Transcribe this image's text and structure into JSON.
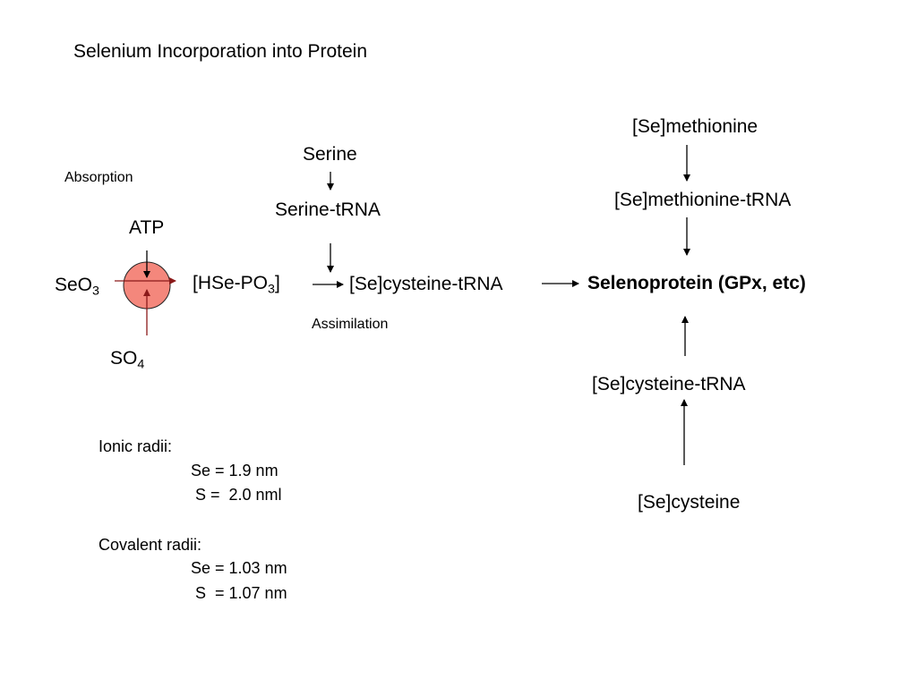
{
  "title": "Selenium Incorporation into Protein",
  "labels": {
    "absorption": "Absorption",
    "atp": "ATP",
    "seo3": {
      "base": "SeO",
      "sub": "3"
    },
    "so4": {
      "base": "SO",
      "sub": "4"
    },
    "hse_po3": {
      "prefix": "[HSe-PO",
      "sub": "3",
      "suffix": "]"
    },
    "serine": "Serine",
    "serine_trna": "Serine-tRNA",
    "se_cysteine_trna_center": "[Se]cysteine-tRNA",
    "assimilation": "Assimilation",
    "selenoprotein": "Selenoprotein (GPx, etc)",
    "se_methionine": "[Se]methionine",
    "se_methionine_trna": "[Se]methionine-tRNA",
    "se_cysteine_trna_right": "[Se]cysteine-tRNA",
    "se_cysteine": "[Se]cysteine"
  },
  "radii": {
    "ionic_heading": "Ionic radii:",
    "ionic_se": "Se = 1.9 nm",
    "ionic_s": " S =  2.0 nml",
    "covalent_heading": "Covalent radii:",
    "covalent_se": "Se = 1.03 nm",
    "covalent_s": " S  = 1.07 nm"
  },
  "colors": {
    "transporter_fill": "#f4877c",
    "transporter_stroke": "#222222",
    "inbound_arrow": "#8b1a1a"
  }
}
